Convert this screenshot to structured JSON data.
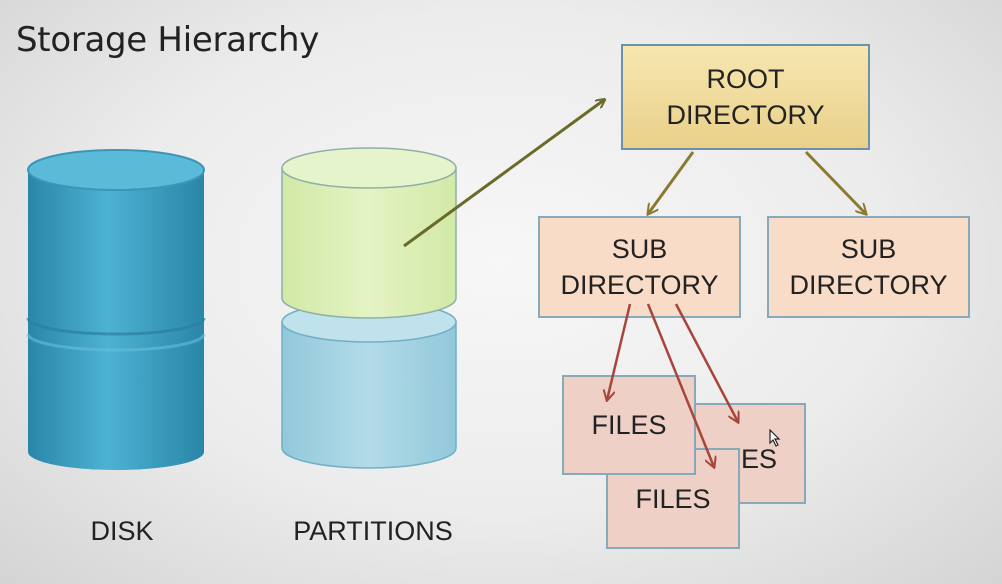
{
  "slide": {
    "title": "Storage Hierarchy",
    "disk_label": "DISK",
    "partitions_label": "PARTITIONS"
  },
  "tree": {
    "root": {
      "line1": "ROOT",
      "line2": "DIRECTORY"
    },
    "sub_left": {
      "line1": "SUB",
      "line2": "DIRECTORY"
    },
    "sub_right": {
      "line1": "SUB",
      "line2": "DIRECTORY"
    },
    "files_front": "FILES",
    "files_middle": "FILES",
    "files_back": "ES"
  },
  "colors": {
    "disk": "#3aa3c4",
    "partition_top": "#dcefb8",
    "partition_bottom": "#a4d2e2",
    "root_fill": "#f1dfa0",
    "sub_fill": "#f8dcc8",
    "files_fill": "#efd0c7",
    "arrow_green": "#6a6a2a",
    "arrow_olive": "#8c7a30",
    "arrow_red": "#a8453a"
  }
}
